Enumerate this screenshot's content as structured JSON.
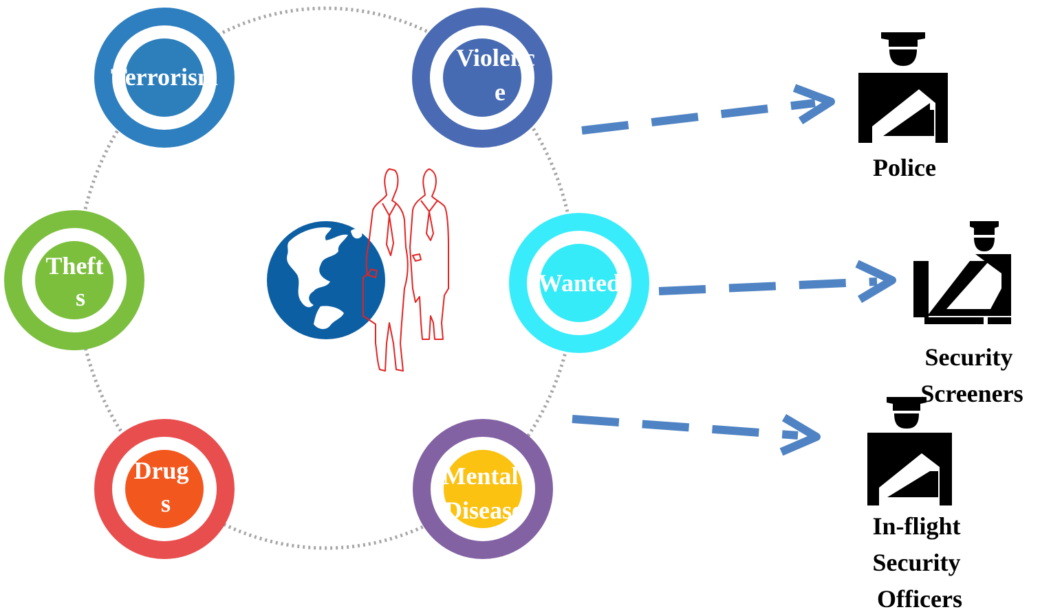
{
  "categories": [
    {
      "id": "terrorism",
      "label_lines": [
        "Terrorism"
      ],
      "ring_color": "#2e7fbf",
      "core_color": "#2d7fbc"
    },
    {
      "id": "violence",
      "label_lines": [
        "Violenc",
        "e"
      ],
      "ring_color": "#4a6bb3",
      "core_color": "#476bb2"
    },
    {
      "id": "thefts",
      "label_lines": [
        "Theft",
        "s"
      ],
      "ring_color": "#7cbf3f",
      "core_color": "#7cbf3c"
    },
    {
      "id": "wanted",
      "label_lines": [
        "Wanted"
      ],
      "ring_color": "#38ecfb",
      "core_color": "#35ebf7"
    },
    {
      "id": "drugs",
      "label_lines": [
        "Drug",
        "s"
      ],
      "ring_color": "#e84e4e",
      "core_color": "#f2571e"
    },
    {
      "id": "mental",
      "label_lines": [
        "Mental",
        "Disease"
      ],
      "ring_color": "#8262a3",
      "core_color": "#fbc211"
    }
  ],
  "roles": [
    {
      "id": "police",
      "label_lines": [
        "Police"
      ]
    },
    {
      "id": "screeners",
      "label_lines": [
        "Security",
        "Screeners"
      ]
    },
    {
      "id": "inflight",
      "label_lines": [
        "In-flight",
        "Security",
        "Officers"
      ]
    }
  ],
  "colors": {
    "arrow": "#4f83c3",
    "dotted_ring": "#a6a6a6",
    "globe": "#0d5fa3",
    "people_outline": "#e32222",
    "officer": "#000000"
  },
  "icons": {
    "center_globe": "globe-icon",
    "center_people": "business-people-icon",
    "police": "officer-icon",
    "screeners": "seated-officer-icon",
    "inflight": "officer-icon"
  }
}
